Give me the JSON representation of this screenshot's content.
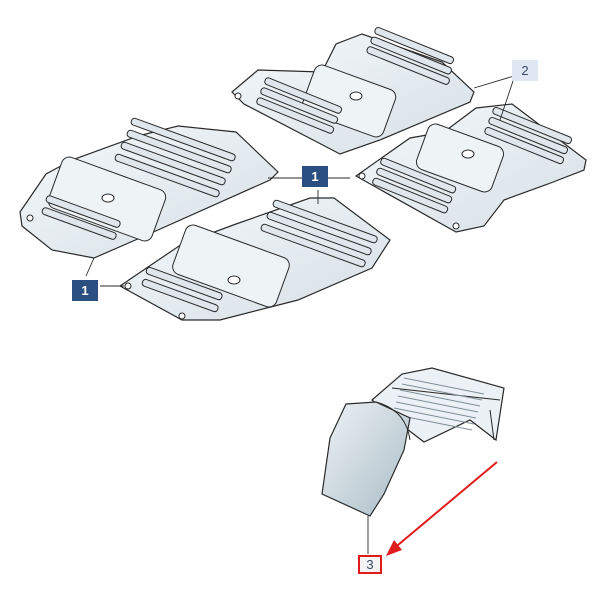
{
  "callouts": {
    "front_mats": "1",
    "rear_mats": "2",
    "trunk_liner": "3"
  },
  "colors": {
    "mat_fill": "#e6edf1",
    "outline": "#2a2a2a",
    "primary_badge": "#2c4f82",
    "secondary_badge": "#dfe7f2",
    "highlight": "#e01b1b"
  },
  "icons": {
    "highlight_arrow": "red-arrow-icon",
    "highlight_box": "red-box-icon"
  }
}
